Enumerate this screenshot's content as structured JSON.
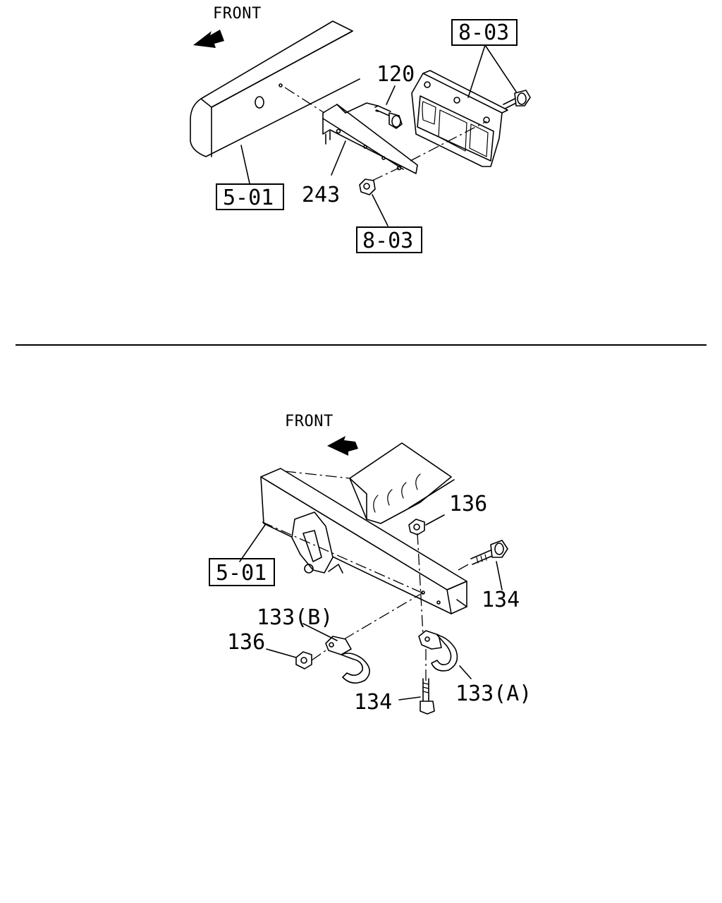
{
  "top_diagram": {
    "front_label": "FRONT",
    "callouts": {
      "ref_8_03_upper": "8-03",
      "part_120": "120",
      "ref_5_01": "5-01",
      "part_243": "243",
      "ref_8_03_lower": "8-03"
    }
  },
  "bottom_diagram": {
    "front_label": "FRONT",
    "callouts": {
      "part_136_upper": "136",
      "ref_5_01": "5-01",
      "part_134_right": "134",
      "part_133_b": "133(B)",
      "part_136_left": "136",
      "part_134_lower": "134",
      "part_133_a": "133(A)"
    }
  }
}
